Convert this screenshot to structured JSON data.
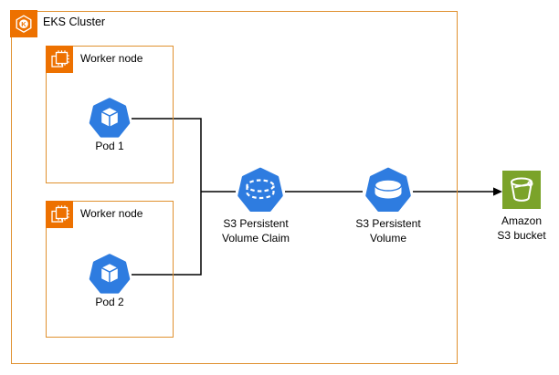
{
  "diagram": {
    "cluster": {
      "label": "EKS Cluster"
    },
    "worker_nodes": [
      {
        "label": "Worker node",
        "pod": {
          "label": "Pod 1"
        }
      },
      {
        "label": "Worker node",
        "pod": {
          "label": "Pod 2"
        }
      }
    ],
    "pvc": {
      "label_line1": "S3 Persistent",
      "label_line2": "Volume Claim"
    },
    "pv": {
      "label_line1": "S3 Persistent",
      "label_line2": "Volume"
    },
    "s3": {
      "label_line1": "Amazon",
      "label_line2": "S3 bucket"
    },
    "icons": {
      "cluster": "eks-hexagon-k-icon",
      "worker_node": "cpu-chip-icon",
      "pod": "kubernetes-pod-cube-icon",
      "pvc": "dashed-cylinder-heptagon-icon",
      "pv": "cylinder-heptagon-icon",
      "s3": "s3-bucket-icon"
    },
    "colors": {
      "aws_orange": "#ED7100",
      "group_border_orange": "#E0912F",
      "kubernetes_blue": "#2E7CE0",
      "s3_green": "#7BA32A",
      "connector": "#000000"
    }
  }
}
